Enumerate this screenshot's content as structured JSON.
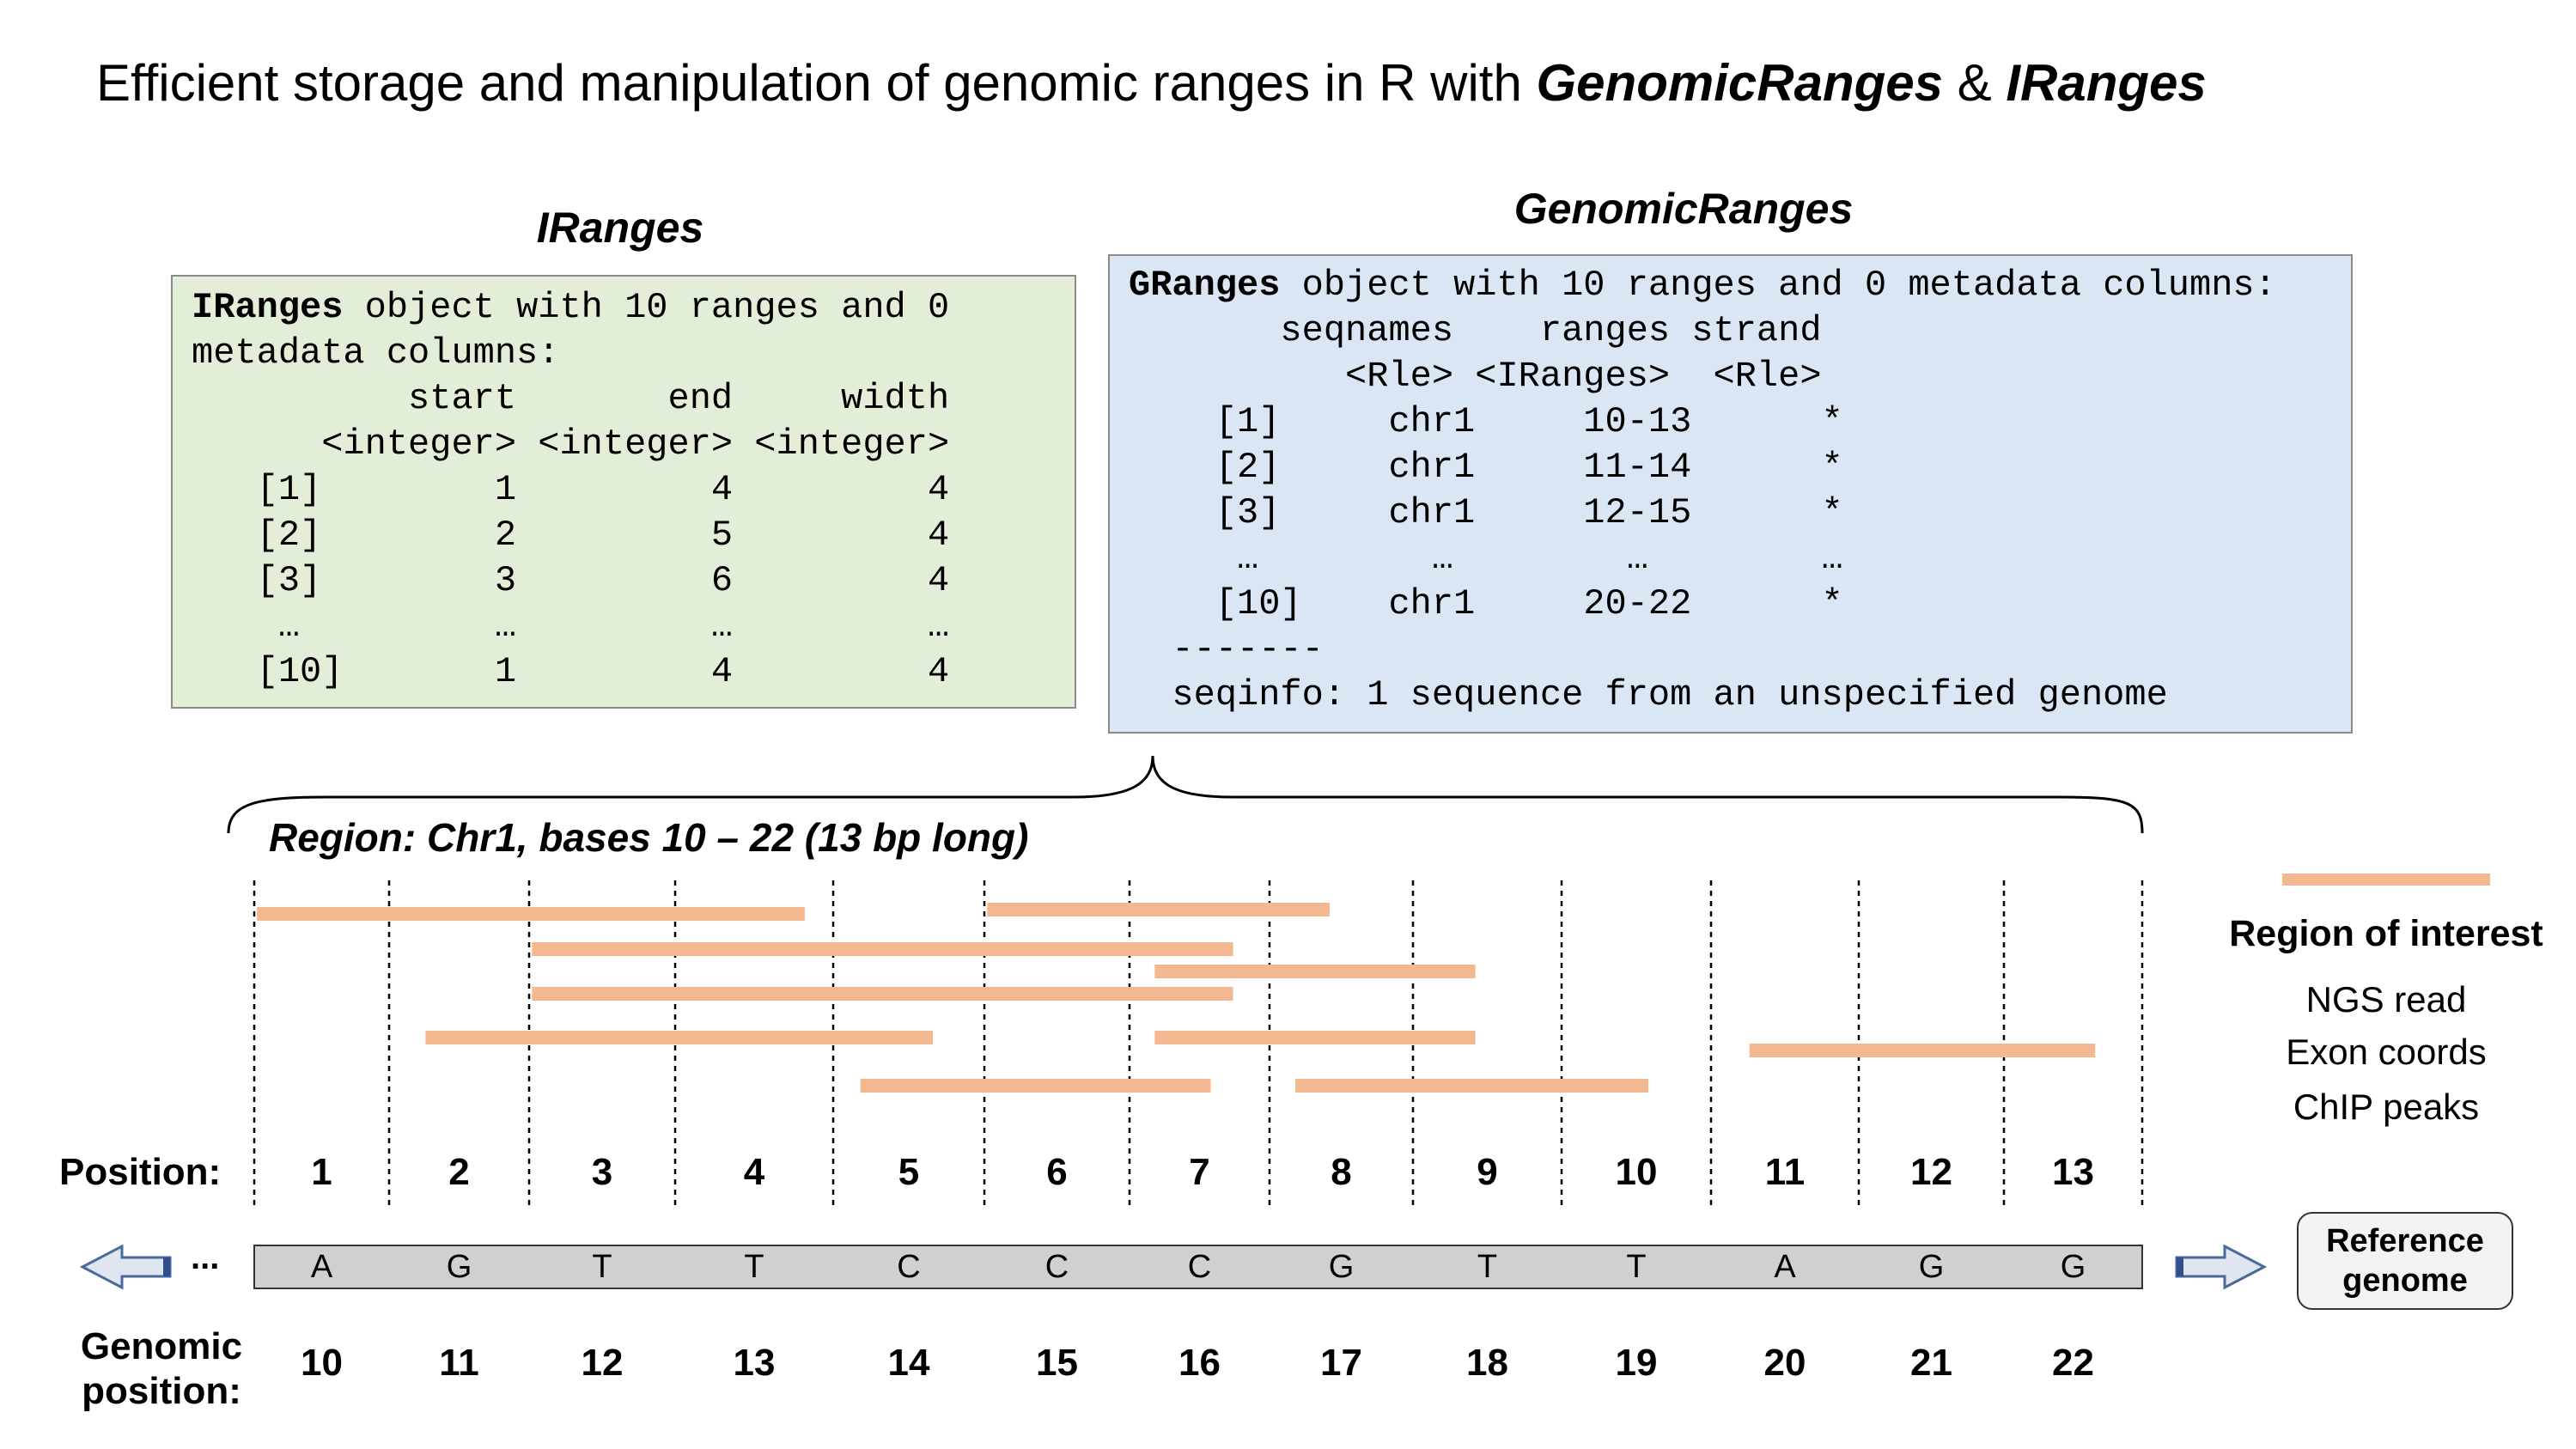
{
  "title": {
    "prefix": "Efficient storage and manipulation of genomic ranges in R with ",
    "pkg1": "GenomicRanges",
    "amp": " & ",
    "pkg2": "IRanges"
  },
  "iranges_panel": {
    "heading": "IRanges",
    "code_bold": "IRanges",
    "code": " object with 10 ranges and 0\nmetadata columns:\n          start       end     width\n      <integer> <integer> <integer>\n   [1]        1         4         4\n   [2]        2         5         4\n   [3]        3         6         4\n    …         …         …         …\n   [10]       1         4         4"
  },
  "granges_panel": {
    "heading": "GenomicRanges",
    "code_bold": "GRanges",
    "code": " object with 10 ranges and 0 metadata columns:\n       seqnames    ranges strand\n          <Rle> <IRanges>  <Rle>\n    [1]     chr1     10-13      *\n    [2]     chr1     11-14      *\n    [3]     chr1     12-15      *\n     …        …        …        …\n    [10]    chr1     20-22      *\n  -------\n  seqinfo: 1 sequence from an unspecified genome"
  },
  "region_label": "Region: Chr1, bases 10 – 22 (13 bp long)",
  "position_label": "Position:",
  "positions": [
    "1",
    "2",
    "3",
    "4",
    "5",
    "6",
    "7",
    "8",
    "9",
    "10",
    "11",
    "12",
    "13"
  ],
  "sequence": [
    "A",
    "G",
    "T",
    "T",
    "C",
    "C",
    "C",
    "G",
    "T",
    "T",
    "A",
    "G",
    "G"
  ],
  "genomic_label_line1": "Genomic",
  "genomic_label_line2": "position:",
  "genomic_positions": [
    "10",
    "11",
    "12",
    "13",
    "14",
    "15",
    "16",
    "17",
    "18",
    "19",
    "20",
    "21",
    "22"
  ],
  "ellipsis": "...",
  "reference_line1": "Reference",
  "reference_line2": "genome",
  "legend": {
    "title": "Region of interest",
    "items": [
      "NGS read",
      "Exon coords",
      "ChIP peaks"
    ]
  },
  "colors": {
    "bar": "#f3b88f",
    "iranges_bg": "#e2eed8",
    "granges_bg": "#dae6f3",
    "sequence_bg": "#d0d0d0",
    "arrow": "#4a6a9a"
  },
  "reads": [
    {
      "start": 1,
      "end": 4.9
    },
    {
      "start": 6,
      "end": 8.4
    },
    {
      "start": 3,
      "end": 7.8
    },
    {
      "start": 7.1,
      "end": 9.4
    },
    {
      "start": 3,
      "end": 7.8
    },
    {
      "start": 2.2,
      "end": 5.7
    },
    {
      "start": 7.1,
      "end": 9.4
    },
    {
      "start": 11.2,
      "end": 13.7
    },
    {
      "start": 5.1,
      "end": 7.6
    },
    {
      "start": 8.1,
      "end": 10.6
    }
  ]
}
